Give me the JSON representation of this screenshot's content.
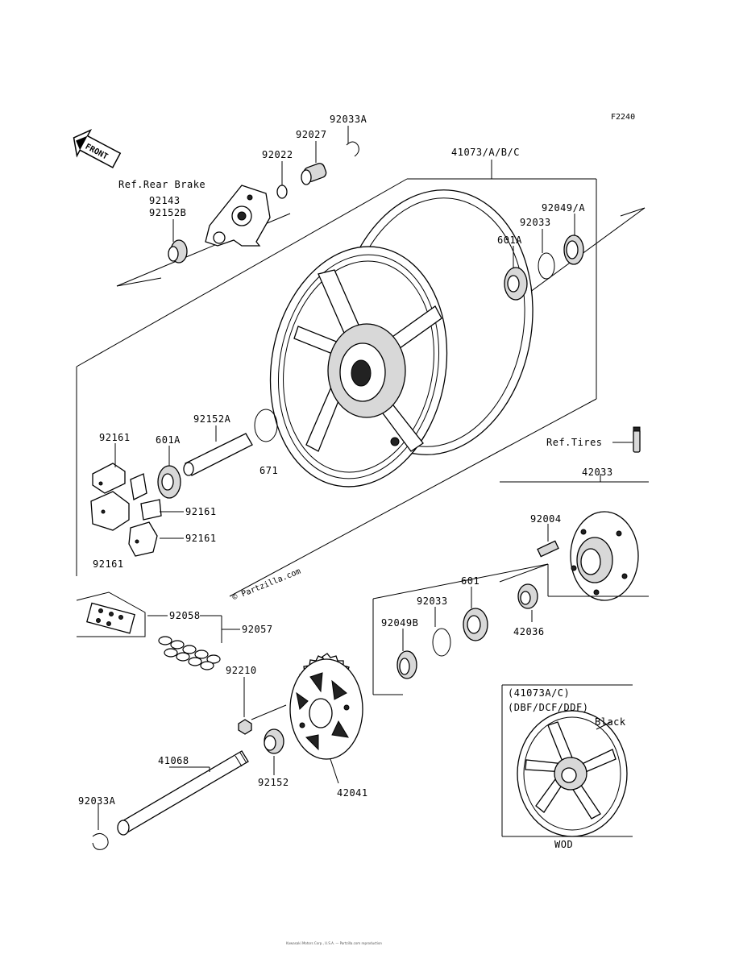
{
  "diagram": {
    "code": "F2240",
    "front_label": "FRONT",
    "watermark": "© Partzilla.com",
    "refs": {
      "rear_brake": "Ref.Rear Brake",
      "tires": "Ref.Tires"
    },
    "inset": {
      "line1": "(41073A/C)",
      "line2": "(DBF/DCF/DDF)",
      "color": "Black",
      "code": "WOD"
    },
    "parts": {
      "p92033A_top": "92033A",
      "p92027": "92027",
      "p92022": "92022",
      "p41073": "41073/A/B/C",
      "p92143": "92143",
      "p92152B": "92152B",
      "p92049A": "92049/A",
      "p92033_top": "92033",
      "p601A_top": "601A",
      "p92161_a": "92161",
      "p601A_left": "601A",
      "p92152A": "92152A",
      "p671": "671",
      "p92161_b": "92161",
      "p92161_c": "92161",
      "p92161_d": "92161",
      "p42033": "42033",
      "p92004": "92004",
      "p601": "601",
      "p92033_mid": "92033",
      "p92049B": "92049B",
      "p42036": "42036",
      "p92058": "92058",
      "p92057": "92057",
      "p92210": "92210",
      "p41068": "41068",
      "p92152": "92152",
      "p42041": "42041",
      "p92033A_bot": "92033A"
    },
    "footer": "Kawasaki Motors Corp., U.S.A. — Partzilla.com reproduction"
  }
}
